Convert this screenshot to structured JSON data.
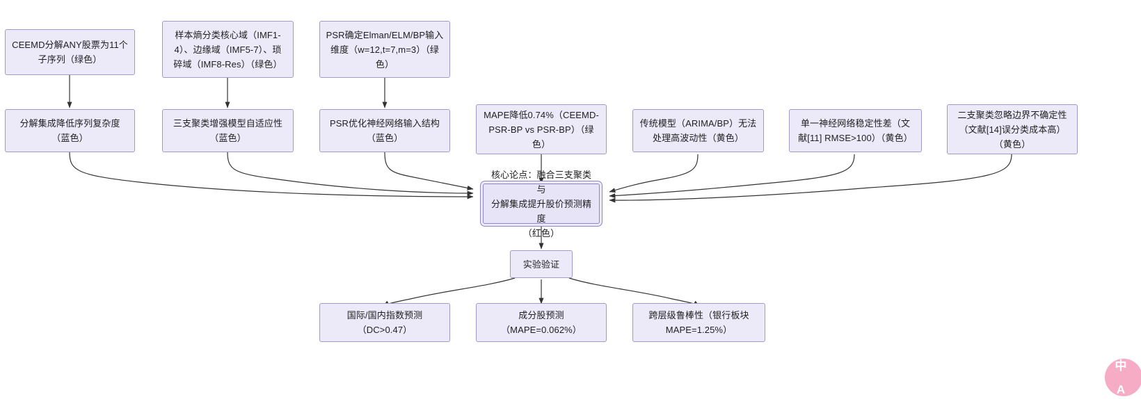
{
  "diagram": {
    "type": "flowchart",
    "orientation": "top-down-converging",
    "theme": {
      "node_fill": "#ECEAF9",
      "node_border": "#9E9BC8",
      "core_fill": "#E8E4F8",
      "core_border": "#8F86C6",
      "edge_color": "#333333",
      "text_color": "#1f1f1f",
      "background": "#ffffff"
    },
    "nodes": {
      "ceemd_decompose": "CEEMD分解ANY股票为11个\n子序列（绿色）",
      "sample_entropy": "样本熵分类核心域（IMF1-\n4）、边缘域（IMF5-7）、琐\n碎域（IMF8-Res）（绿色）",
      "psr_dimension": "PSR确定Elman/ELM/BP输入\n维度（w=12,t=7,m=3）（绿\n色）",
      "reduce_complexity": "分解集成降低序列复杂度\n（蓝色）",
      "three_way_adaptive": "三支聚类增强模型自适应性\n（蓝色）",
      "psr_optimize": "PSR优化神经网络输入结构\n（蓝色）",
      "mape_improvement": "MAPE降低0.74%（CEEMD-\nPSR-BP vs PSR-BP）（绿\n色）",
      "traditional_limits": "传统模型（ARIMA/BP）无法\n处理高波动性（黄色）",
      "single_nn_unstable": "单一神经网络稳定性差（文\n献[11] RMSE>100）（黄色）",
      "two_way_boundary": "二支聚类忽略边界不确定性\n（文献[14]误分类成本高）\n（黄色）",
      "core_thesis": "核心论点：融合三支聚类与\n分解集成提升股价预测精度\n（红色）",
      "experiment": "实验验证",
      "result_index": "国际/国内指数预测\n（DC>0.47）",
      "result_constituent": "成分股预测\n（MAPE=0.062%）",
      "result_robustness": "跨层级鲁棒性（银行板块\nMAPE=1.25%）"
    },
    "watermark": {
      "line1": "中",
      "line2": "A"
    }
  }
}
